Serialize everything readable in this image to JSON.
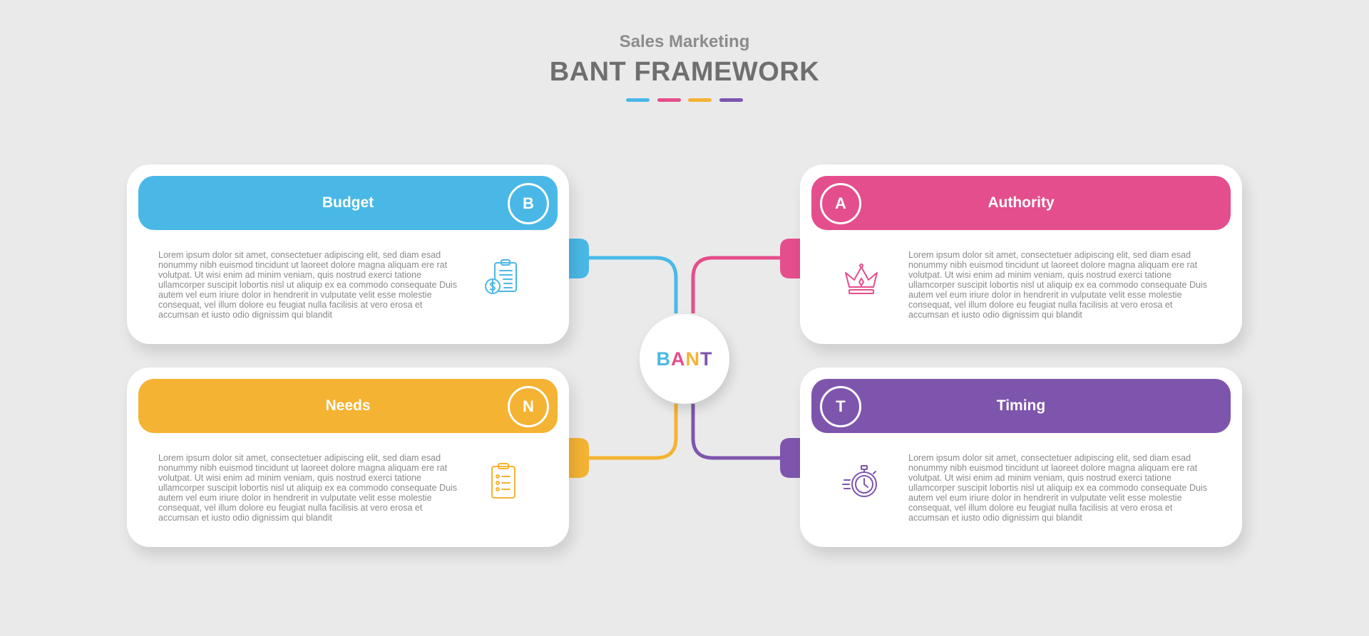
{
  "header": {
    "subtitle": "Sales Marketing",
    "title": "BANT FRAMEWORK"
  },
  "colors": {
    "budget": "#4ab8e6",
    "authority": "#e44e8c",
    "needs": "#f4b332",
    "timing": "#7e55ad",
    "background": "#eaeaea",
    "body_text": "#8a8a8a"
  },
  "center": {
    "letters": [
      "B",
      "A",
      "N",
      "T"
    ]
  },
  "cards": {
    "budget": {
      "title": "Budget",
      "letter": "B",
      "icon": "money-clipboard-icon",
      "text": "Lorem ipsum dolor sit amet, consectetuer adipiscing elit, sed diam esad nonummy nibh euismod tincidunt ut laoreet dolore magna aliquam ere rat volutpat. Ut wisi enim ad minim veniam, quis nostrud exerci tatione ullamcorper suscipit lobortis nisl ut aliquip ex ea commodo consequate Duis autem vel eum iriure dolor in hendrerit in vulputate velit esse molestie consequat, vel illum dolore eu feugiat nulla facilisis at vero erosa et accumsan et iusto odio dignissim qui blandit"
    },
    "authority": {
      "title": "Authority",
      "letter": "A",
      "icon": "crown-icon",
      "text": "Lorem ipsum dolor sit amet, consectetuer adipiscing elit, sed diam esad nonummy nibh euismod tincidunt ut laoreet dolore magna aliquam ere rat volutpat. Ut wisi enim ad minim veniam, quis nostrud exerci tatione ullamcorper suscipit lobortis nisl ut aliquip ex ea commodo consequate Duis autem vel eum iriure dolor in hendrerit in vulputate velit esse molestie consequat, vel illum dolore eu feugiat nulla facilisis at vero erosa et accumsan et iusto odio dignissim qui blandit"
    },
    "needs": {
      "title": "Needs",
      "letter": "N",
      "icon": "checklist-icon",
      "text": "Lorem ipsum dolor sit amet, consectetuer adipiscing elit, sed diam esad nonummy nibh euismod tincidunt ut laoreet dolore magna aliquam ere rat volutpat. Ut wisi enim ad minim veniam, quis nostrud exerci tatione ullamcorper suscipit lobortis nisl ut aliquip ex ea commodo consequate Duis autem vel eum iriure dolor in hendrerit in vulputate velit esse molestie consequat, vel illum dolore eu feugiat nulla facilisis at vero erosa et accumsan et iusto odio dignissim qui blandit"
    },
    "timing": {
      "title": "Timing",
      "letter": "T",
      "icon": "stopwatch-icon",
      "text": "Lorem ipsum dolor sit amet, consectetuer adipiscing elit, sed diam esad nonummy nibh euismod tincidunt ut laoreet dolore magna aliquam ere rat volutpat. Ut wisi enim ad minim veniam, quis nostrud exerci tatione ullamcorper suscipit lobortis nisl ut aliquip ex ea commodo consequate Duis autem vel eum iriure dolor in hendrerit in vulputate velit esse molestie consequat, vel illum dolore eu feugiat nulla facilisis at vero erosa et accumsan et iusto odio dignissim qui blandit"
    }
  }
}
